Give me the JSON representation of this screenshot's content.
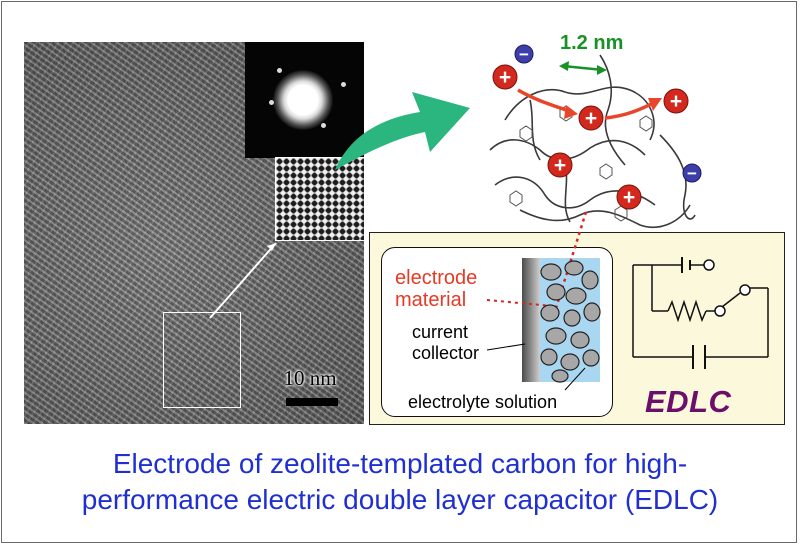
{
  "figure": {
    "scale_bar_label": "10 nm",
    "pore_size_label": "1.2 nm",
    "electrode_label_line1": "electrode",
    "electrode_label_line2": "material",
    "collector_label_line1": "current",
    "collector_label_line2": "collector",
    "electrolyte_label": "electrolyte solution",
    "edlc_label": "EDLC",
    "caption_line1": "Electrode of zeolite-templated carbon for high-",
    "caption_line2": "performance electric double layer capacitor (EDLC)"
  },
  "ions": {
    "cation_symbol": "+",
    "anion_symbol": "−"
  },
  "colors": {
    "caption": "#2030d0",
    "arrow_green": "#2bb57f",
    "cation_red": "#d3281e",
    "anion_blue": "#3d3ea8",
    "flow_arrow": "#e8452b",
    "pore_dimension": "#189226",
    "electrode_label": "#e63a25",
    "edlc_text": "#6b0f6b",
    "panel_background": "#fbf8dc",
    "electrolyte": "#a9d6f1"
  }
}
